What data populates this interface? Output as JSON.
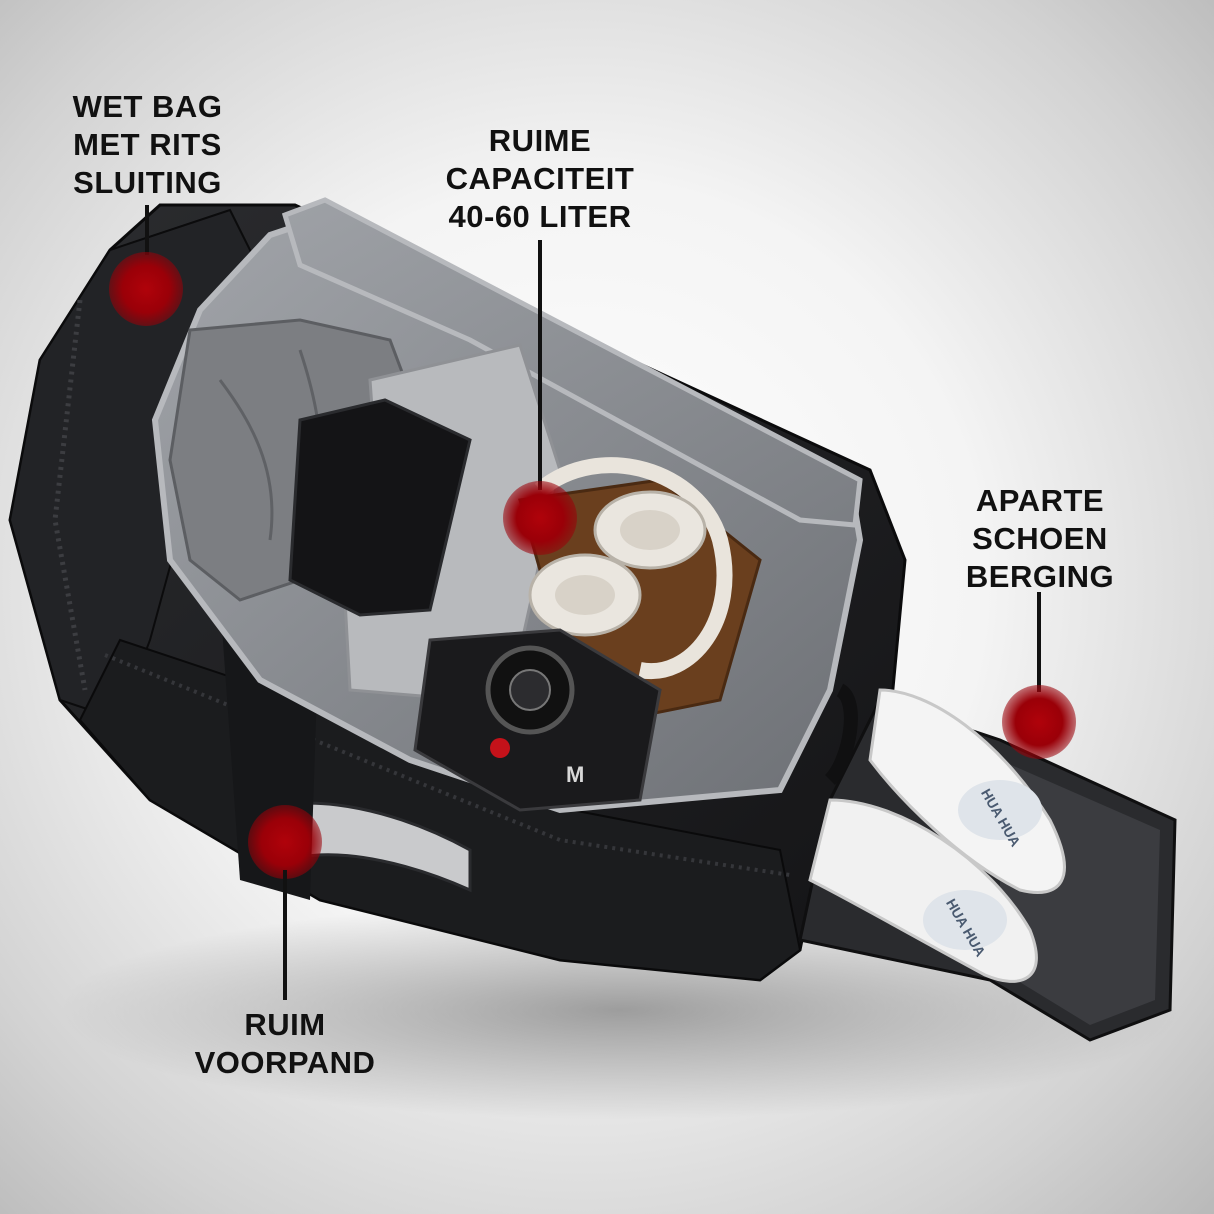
{
  "colors": {
    "hotspot": "#9a0008",
    "bag_body": "#1e1f21",
    "lining": "#8d9095",
    "shoe": "#f3f3f3",
    "headphones": "#e9e4dc",
    "text": "#111111"
  },
  "callouts": {
    "wet_bag": {
      "lines": [
        "WET BAG",
        "MET RITS",
        "SLUITING"
      ]
    },
    "capacity": {
      "lines": [
        "RUIME",
        "CAPACITEIT",
        "40-60 LITER"
      ]
    },
    "shoe": {
      "lines": [
        "APARTE",
        "SCHOEN",
        "BERGING"
      ]
    },
    "front": {
      "lines": [
        "RUIM",
        "VOORPAND"
      ]
    }
  },
  "camera": {
    "model_mark": "M"
  },
  "shoe_brand": "HUA HUA"
}
